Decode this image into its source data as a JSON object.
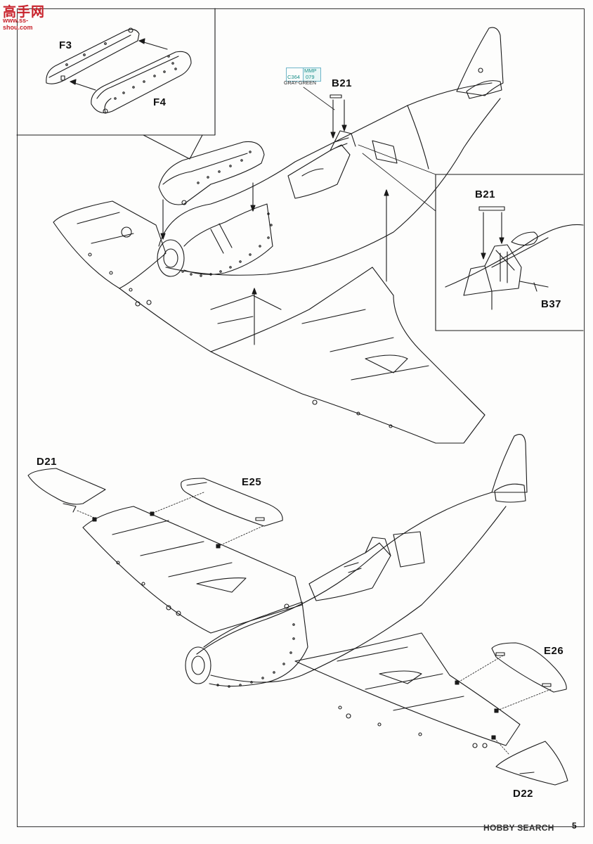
{
  "watermark": {
    "name": "高手网",
    "url": "www.ss-shou.com"
  },
  "paint_callout": {
    "brand": "MMP",
    "codes": [
      "C364",
      "079"
    ],
    "name": "GRAY-GREEN"
  },
  "parts": {
    "f3": "F3",
    "f4": "F4",
    "b21_main": "B21",
    "b21_detail": "B21",
    "b37": "B37",
    "d21": "D21",
    "e25": "E25",
    "e26": "E26",
    "d22": "D22"
  },
  "footer": {
    "source_logo": "HOBBY SEARCH",
    "page_number": "5"
  },
  "colors": {
    "line": "#1a1a1a",
    "paint_teal": "#1a8f8a",
    "paint_border": "#6fb6c9",
    "watermark_red": "#c8232c"
  }
}
